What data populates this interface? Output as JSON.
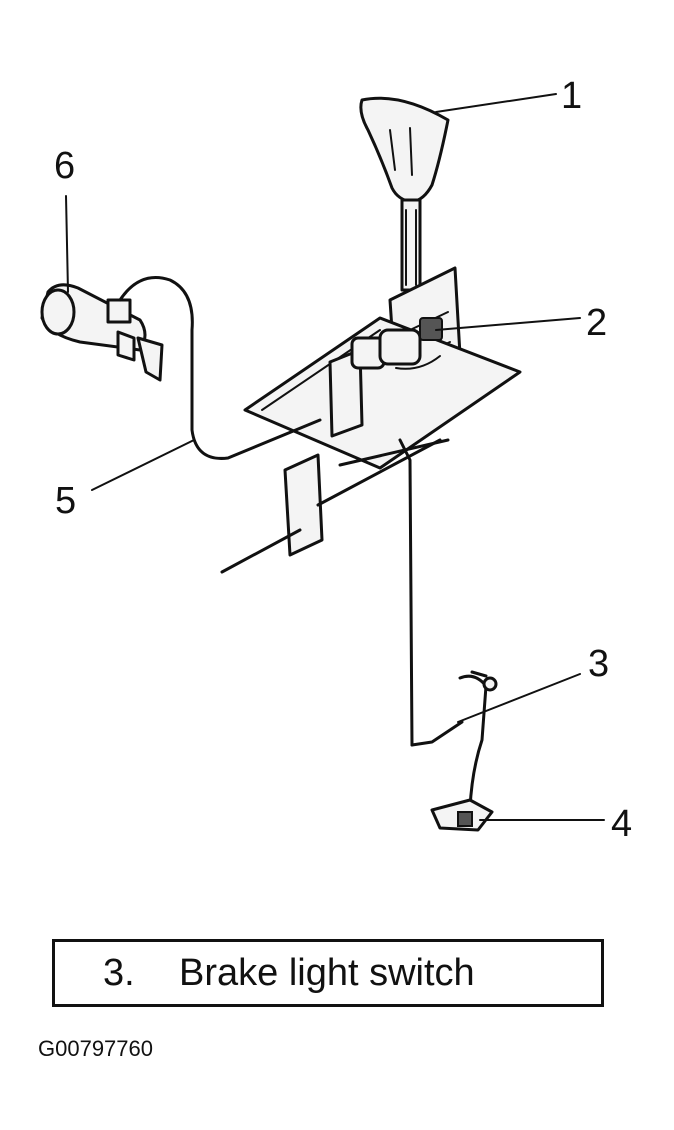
{
  "callouts": {
    "c1": "1",
    "c2": "2",
    "c3": "3",
    "c4": "4",
    "c5": "5",
    "c6": "6"
  },
  "caption": {
    "number": "3.",
    "text": "Brake light switch"
  },
  "figure_id": "G00797760"
}
